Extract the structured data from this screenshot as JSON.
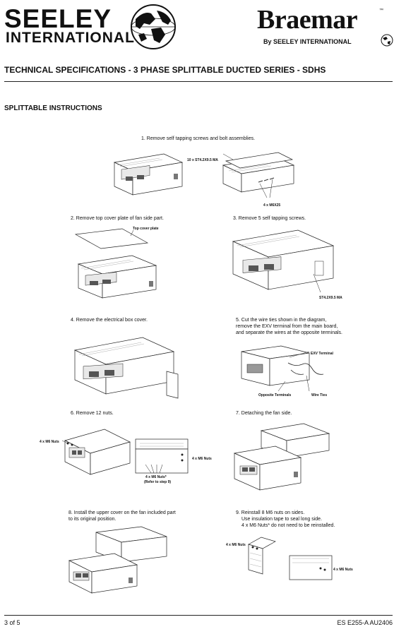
{
  "header": {
    "brand_left_line1": "SEELEY",
    "brand_left_line2": "INTERNATIONAL",
    "brand_right": "Braemar",
    "brand_right_tm": "™",
    "brand_right_by": "By SEELEY INTERNATIONAL"
  },
  "title": "TECHNICAL SPECIFICATIONS -  3 PHASE SPLITTABLE DUCTED SERIES - SDHS",
  "section_heading": "SPLITTABLE INSTRUCTIONS",
  "steps": [
    {
      "text": "1.  Remove self tapping screws and bolt assemblies."
    },
    {
      "text": "2.  Remove top cover plate of fan side part."
    },
    {
      "text": "3.  Remove 5 self tapping screws."
    },
    {
      "text": "4.  Remove the electrical box cover."
    },
    {
      "line1": "5.  Cut the wire ties shown in the diagram,",
      "line2": "remove the EXV terminal from the main board,",
      "line3": "and separate the wires at the opposite terminals."
    },
    {
      "text": "6.   Remove 12 nuts."
    },
    {
      "text": "7.    Detaching the fan side."
    },
    {
      "line1": "8.  Install the upper cover on the fan included part",
      "line2": "to its original position."
    },
    {
      "line1": "9. Reinstall 8 M6 nuts on sides.",
      "line2": "Use insulation tape to seal long side.",
      "line3": "4 x M6 Nuts* do not need to be reinstalled."
    }
  ],
  "callouts": {
    "screws_10": "10 x ST4.2X9.5 MA",
    "bolts_4": "4 x M6X25",
    "top_cover_plate": "Top cover plate",
    "screws_st": "ST4.2X9.5 MA",
    "exv_terminal": "EXV Terminal",
    "opposite_terminals": "Opposite Terminals",
    "wire_ties": "Wire Ties",
    "m6_nuts_a": "4 x M6 Nuts",
    "m6_nuts_b": "4 x M6 Nuts",
    "m6_nuts_star": "4 x M6 Nuts*",
    "refer_step9": "(Refer to step 9)",
    "m6_nuts_c": "4 x M6 Nuts",
    "m6_nuts_d": "4 x M6 Nuts"
  },
  "footer": {
    "page": "3 of 5",
    "doc_code": "ES E255-A  AU2406"
  }
}
